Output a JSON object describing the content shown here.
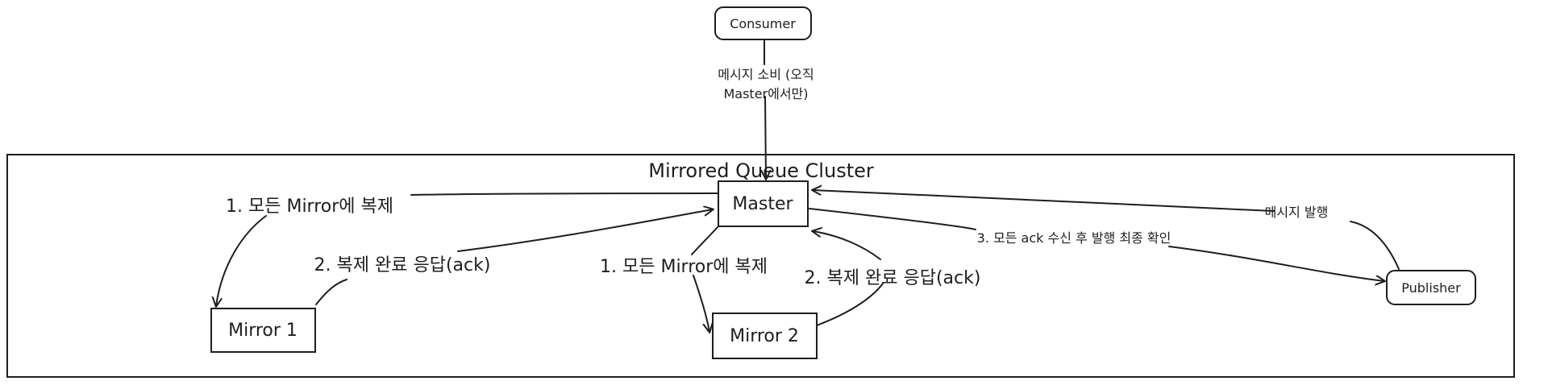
{
  "cluster": {
    "title": "Mirrored Queue Cluster"
  },
  "nodes": {
    "consumer": "Consumer",
    "master": "Master",
    "mirror1": "Mirror 1",
    "mirror2": "Mirror 2",
    "publisher": "Publisher"
  },
  "edges": {
    "consume_line1": "메시지 소비 (오직",
    "consume_line2": "Master에서만)",
    "publish": "메시지 발행",
    "replicate_m1": "1. 모든 Mirror에 복제",
    "ack_m1": "2. 복제 완료 응답(ack)",
    "replicate_m2": "1. 모든 Mirror에 복제",
    "ack_m2": "2. 복제 완료 응답(ack)",
    "confirm": "3. 모든 ack 수신 후 발행 최종 확인"
  }
}
